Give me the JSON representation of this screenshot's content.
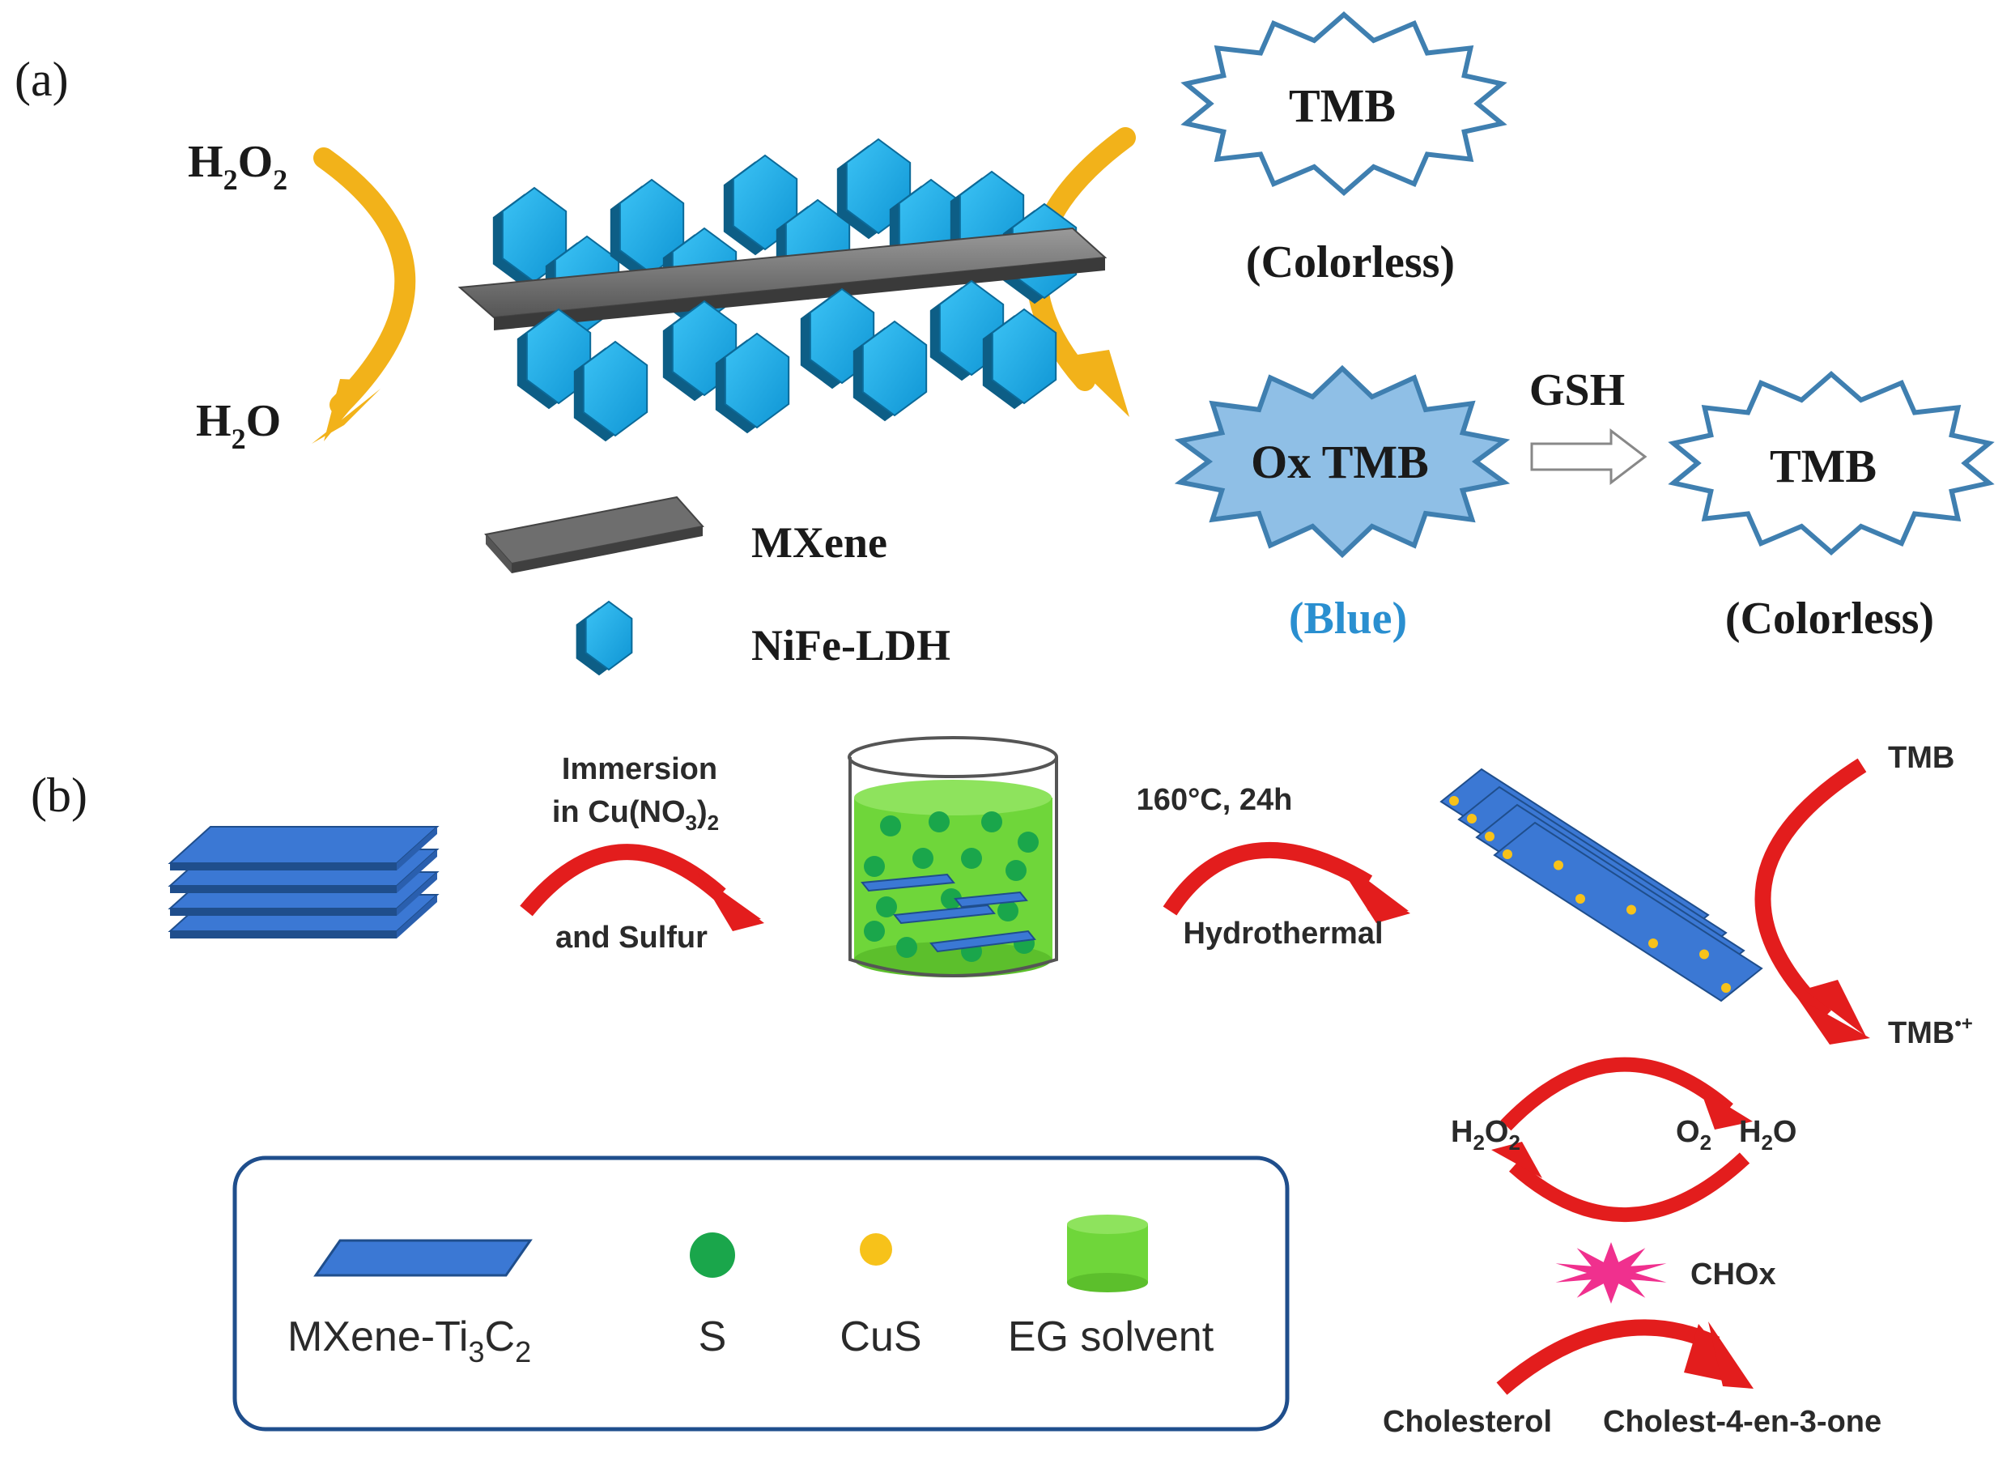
{
  "panel_a": {
    "label": "(a)",
    "h2o2": {
      "main": "H",
      "sub1": "2",
      "mid": "O",
      "sub2": "2"
    },
    "h2o": {
      "main": "H",
      "sub1": "2",
      "mid": "O"
    },
    "tmb_top": "TMB",
    "colorless_top": "(Colorless)",
    "ox_tmb": "Ox TMB",
    "blue": "(Blue)",
    "gsh": "GSH",
    "tmb_right": "TMB",
    "colorless_right": "(Colorless)",
    "legend_mxene": "MXene",
    "legend_ldh": "NiFe-LDH"
  },
  "panel_b": {
    "label": "(b)",
    "immersion_line1": "Immersion",
    "immersion_line2_pre": "in Cu(NO",
    "immersion_line2_sub1": "3",
    "immersion_line2_mid": ")",
    "immersion_line2_sub2": "2",
    "and_sulfur": "and Sulfur",
    "temp": "160°C, 24h",
    "hydrothermal": "Hydrothermal",
    "tmb": "TMB",
    "tmb_ox_main": "TMB",
    "tmb_ox_sup": "•+",
    "cycle_h2o2": {
      "main": "H",
      "sub1": "2",
      "mid": "O",
      "sub2": "2"
    },
    "cycle_o2": {
      "main": "O",
      "sub1": "2"
    },
    "cycle_h2o": {
      "main": "H",
      "sub1": "2",
      "mid": "O"
    },
    "chox": "CHOx",
    "cholesterol": "Cholesterol",
    "cholestenone": "Cholest-4-en-3-one",
    "legend": {
      "mxene_pre": "MXene-Ti",
      "mxene_sub1": "3",
      "mxene_mid": "C",
      "mxene_sub2": "2",
      "s": "S",
      "cus": "CuS",
      "eg": "EG solvent"
    }
  },
  "colors": {
    "hexagon": "#1aa7e6",
    "hexagon_dark": "#0d5e86",
    "mxene_sheet": "#6e6e6e",
    "yellow_arrow": "#f2b21a",
    "blue_text": "#2a8fd0",
    "star_fill_blue": "#8fbfe6",
    "star_stroke": "#3f7fb0",
    "red_arrow": "#e31d1d",
    "plate_blue": "#3b78d4",
    "green_solvent": "#6fd63a",
    "s_green": "#1aa64b",
    "cus_yellow": "#f7c21a",
    "chox_pink": "#f0308e"
  }
}
